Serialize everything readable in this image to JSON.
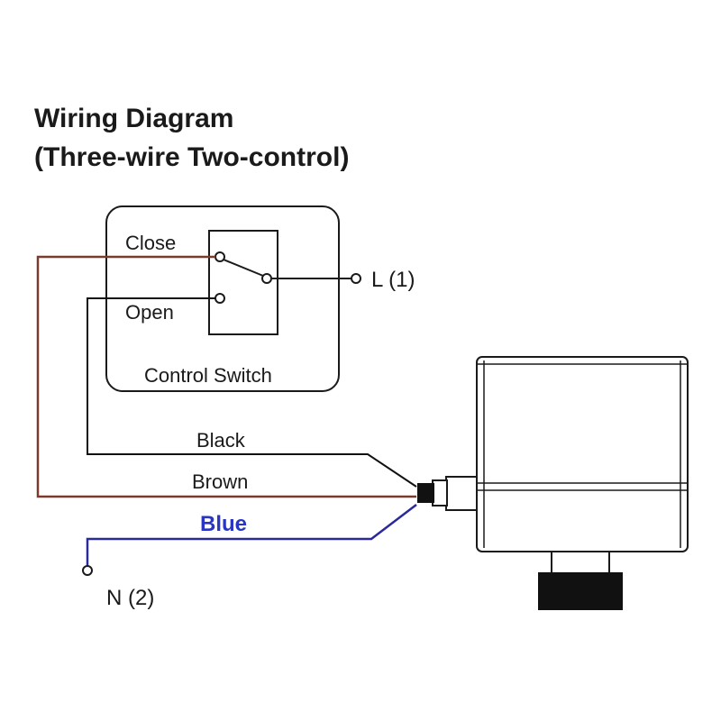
{
  "title": {
    "line1": "Wiring Diagram",
    "line2": "(Three-wire Two-control)"
  },
  "switch": {
    "label": "Control Switch",
    "close_label": "Close",
    "open_label": "Open"
  },
  "terminals": {
    "live": "L (1)",
    "neutral": "N (2)"
  },
  "wires": [
    {
      "label": "Black",
      "color": "#111111"
    },
    {
      "label": "Brown",
      "color": "#7a3b2e"
    },
    {
      "label": "Blue",
      "color": "#2a2a9a"
    }
  ]
}
